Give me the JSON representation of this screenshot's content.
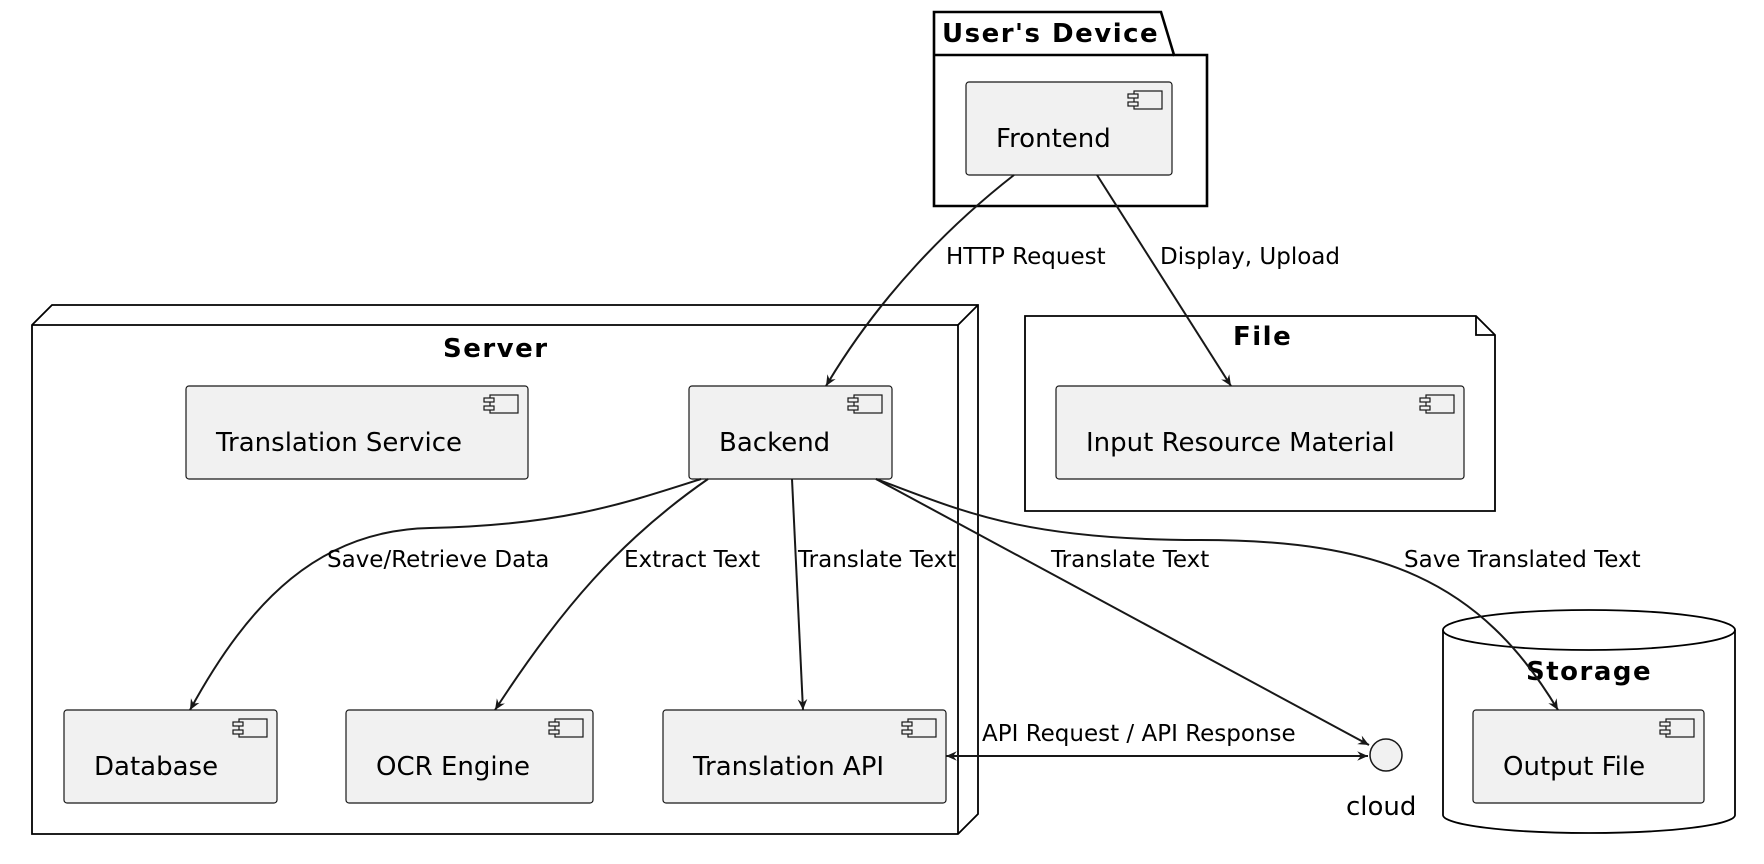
{
  "containers": {
    "users_device": "User's Device",
    "server": "Server",
    "file": "File",
    "storage": "Storage"
  },
  "components": {
    "frontend": "Frontend",
    "translation_service": "Translation Service",
    "backend": "Backend",
    "input_resource_material": "Input Resource Material",
    "database": "Database",
    "ocr_engine": "OCR Engine",
    "translation_api": "Translation API",
    "output_file": "Output File",
    "cloud": "cloud"
  },
  "edges": {
    "http_request": "HTTP Request",
    "display_upload": "Display, Upload",
    "save_retrieve": "Save/Retrieve Data",
    "extract_text": "Extract Text",
    "translate_text_api": "Translate Text",
    "translate_text_cloud": "Translate Text",
    "save_translated": "Save Translated Text",
    "api_req_resp": "API Request / API Response"
  },
  "icons": {
    "component": "uml-component-icon",
    "interface": "interface-circle-icon"
  }
}
